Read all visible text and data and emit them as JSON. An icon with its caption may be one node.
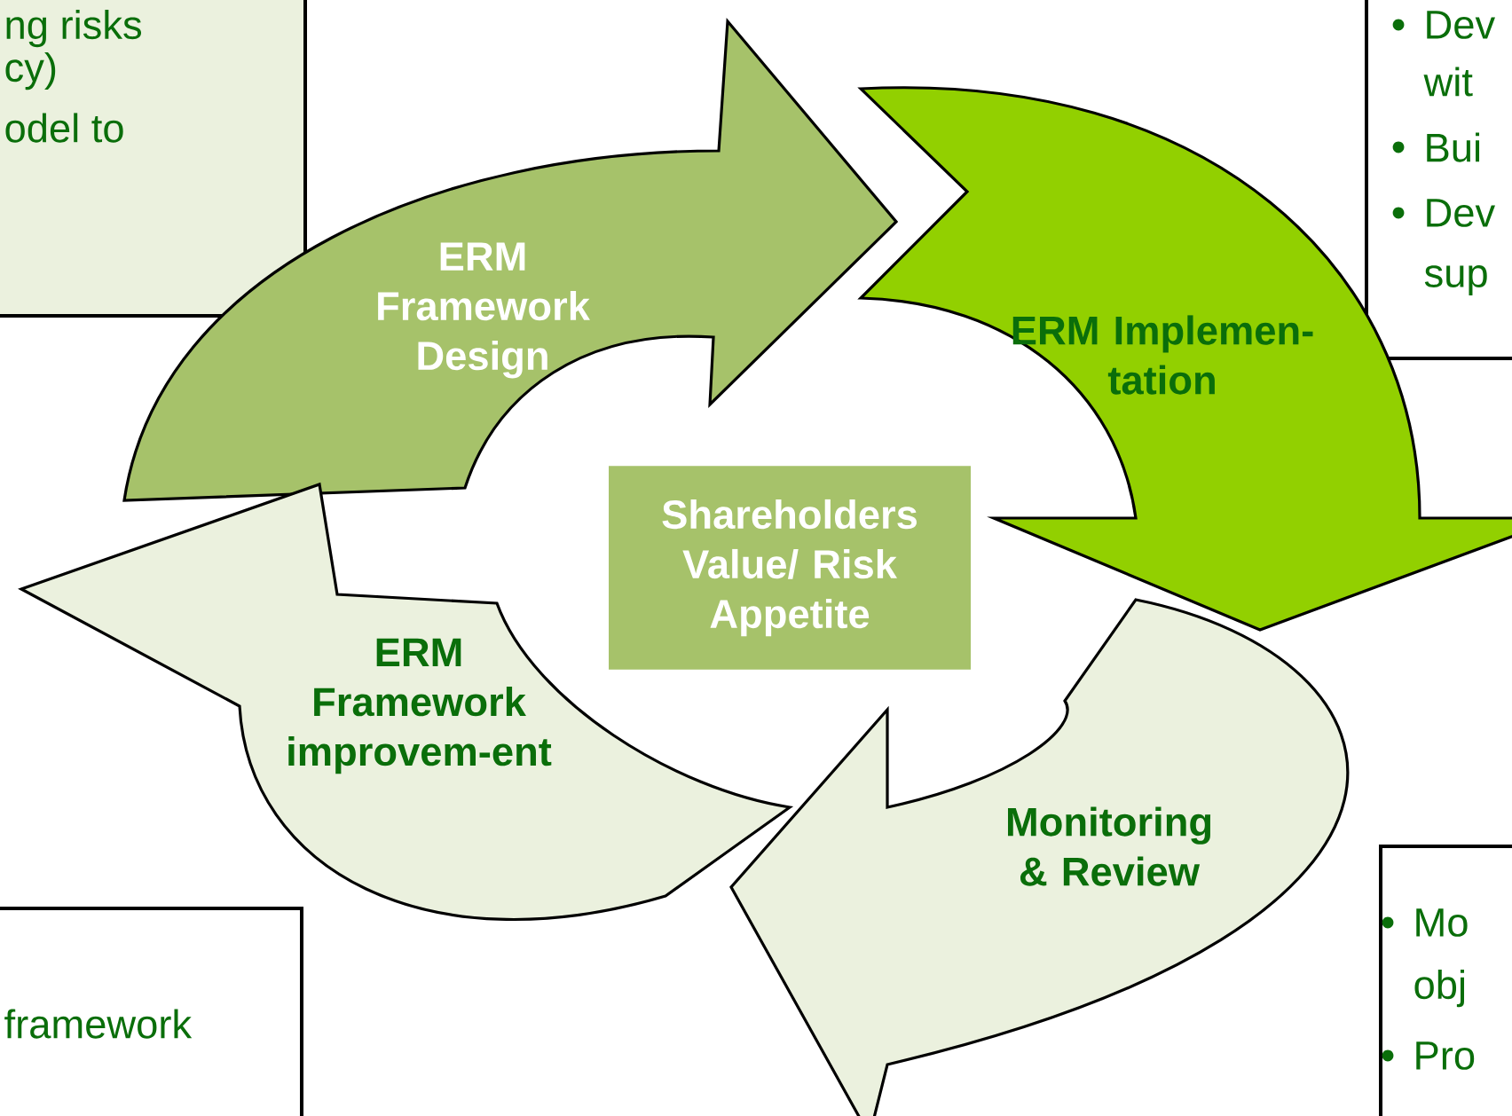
{
  "diagram": {
    "nodes": [
      {
        "text": [
          "ng risks",
          "cy)",
          "odel to"
        ]
      },
      {
        "text": [
          "Dev",
          "wit",
          "Bui",
          "Dev",
          "sup"
        ]
      },
      {
        "text": [
          "ERM Framework Design"
        ]
      },
      {
        "text": [
          "ERM Implemen-tation"
        ]
      },
      {
        "text": [
          "Shareholders Value/ Risk Appetite"
        ]
      },
      {
        "text": [
          "ERM Framework improvem-ent"
        ]
      },
      {
        "text": [
          "Monitoring & Review"
        ]
      },
      {
        "text": [
          "framework"
        ]
      },
      {
        "text": [
          "Mo",
          "obj",
          "Pro"
        ]
      }
    ]
  }
}
